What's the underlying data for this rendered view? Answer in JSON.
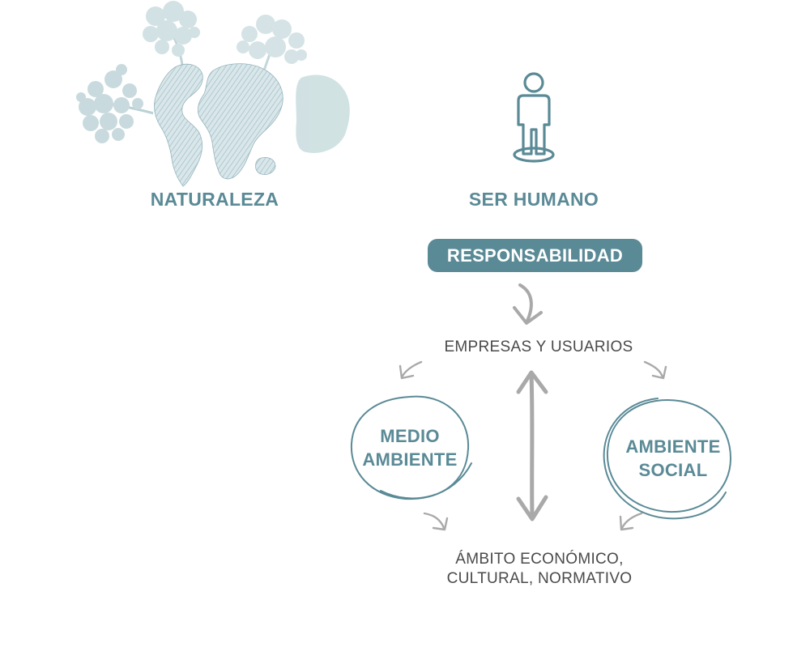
{
  "colors": {
    "teal": "#5a8a96",
    "teal_light": "#bcd3d8",
    "gray_arrow": "#a9a9a9",
    "dark_text": "#4a4a4a",
    "white": "#ffffff"
  },
  "icons": {
    "nature": "globe-with-trees-icon",
    "human": "standing-person-icon"
  },
  "nodes": {
    "naturaleza": "NATURALEZA",
    "ser_humano": "SER HUMANO",
    "responsabilidad": "RESPONSABILIDAD",
    "empresas": "EMPRESAS Y USUARIOS",
    "medio_ambiente": [
      "MEDIO",
      "AMBIENTE"
    ],
    "ambiente_social": [
      "AMBIENTE",
      "SOCIAL"
    ],
    "ambito": [
      "ÁMBITO ECONÓMICO,",
      "CULTURAL, NORMATIVO"
    ]
  }
}
